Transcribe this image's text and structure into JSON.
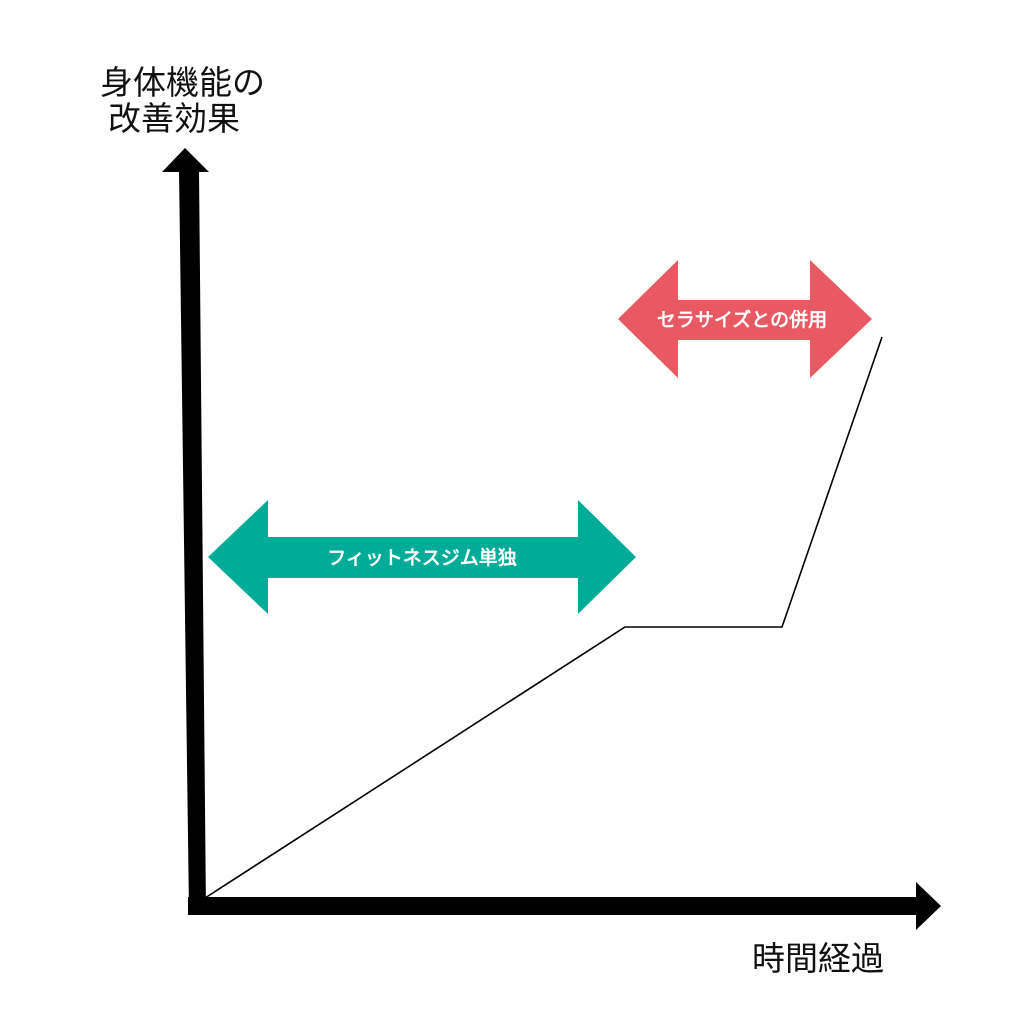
{
  "y_axis": {
    "label_line1": "身体機能の",
    "label_line2": "改善効果"
  },
  "x_axis": {
    "label": "時間経過"
  },
  "phases": [
    {
      "label": "フィットネスジム単独",
      "color": "#00ac98"
    },
    {
      "label": "セラサイズとの併用",
      "color": "#e85961"
    }
  ]
}
